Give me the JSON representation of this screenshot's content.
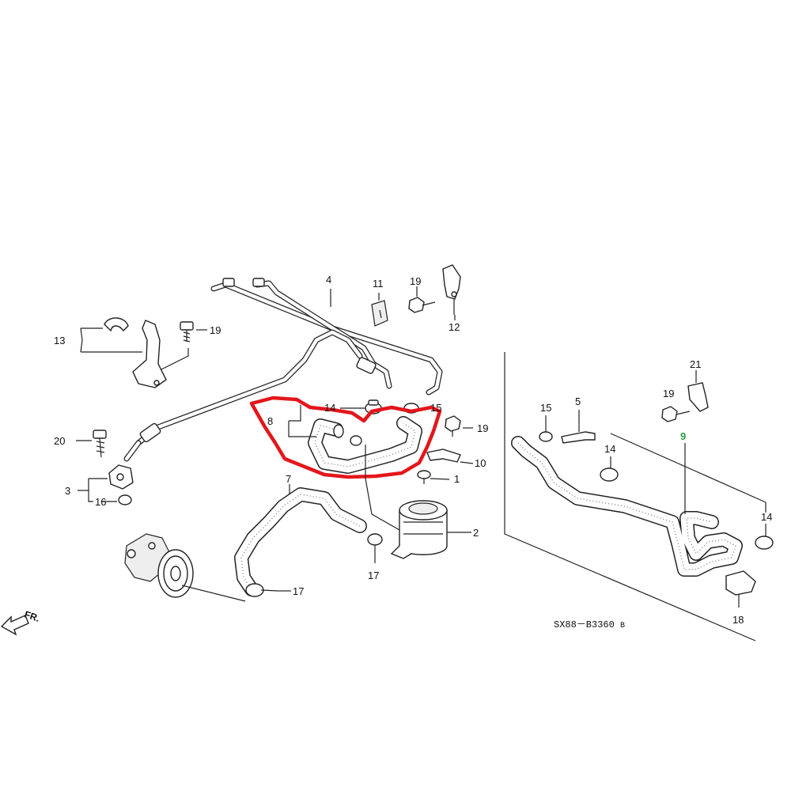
{
  "diagram": {
    "callouts": [
      {
        "id": "c1",
        "label": "1"
      },
      {
        "id": "c2",
        "label": "2"
      },
      {
        "id": "c3",
        "label": "3"
      },
      {
        "id": "c4",
        "label": "4"
      },
      {
        "id": "c5",
        "label": "5"
      },
      {
        "id": "c7",
        "label": "7"
      },
      {
        "id": "c8",
        "label": "8"
      },
      {
        "id": "c9",
        "label": "9"
      },
      {
        "id": "c10",
        "label": "10"
      },
      {
        "id": "c11",
        "label": "11"
      },
      {
        "id": "c12",
        "label": "12"
      },
      {
        "id": "c13",
        "label": "13"
      },
      {
        "id": "c14a",
        "label": "14"
      },
      {
        "id": "c14b",
        "label": "14"
      },
      {
        "id": "c14c",
        "label": "14"
      },
      {
        "id": "c15a",
        "label": "15"
      },
      {
        "id": "c15b",
        "label": "15"
      },
      {
        "id": "c16",
        "label": "16"
      },
      {
        "id": "c17a",
        "label": "17"
      },
      {
        "id": "c17b",
        "label": "17"
      },
      {
        "id": "c18",
        "label": "18"
      },
      {
        "id": "c19a",
        "label": "19"
      },
      {
        "id": "c19b",
        "label": "19"
      },
      {
        "id": "c19c",
        "label": "19"
      },
      {
        "id": "c19d",
        "label": "19"
      },
      {
        "id": "c20",
        "label": "20"
      },
      {
        "id": "c21",
        "label": "21"
      }
    ],
    "direction_label": "FR.",
    "drawing_code": "SX88－B3360",
    "drawing_code_suffix": "B",
    "highlight_color": "#e4161b",
    "highlighted_part": "8",
    "emphasized_part_color": "#2ea043"
  }
}
